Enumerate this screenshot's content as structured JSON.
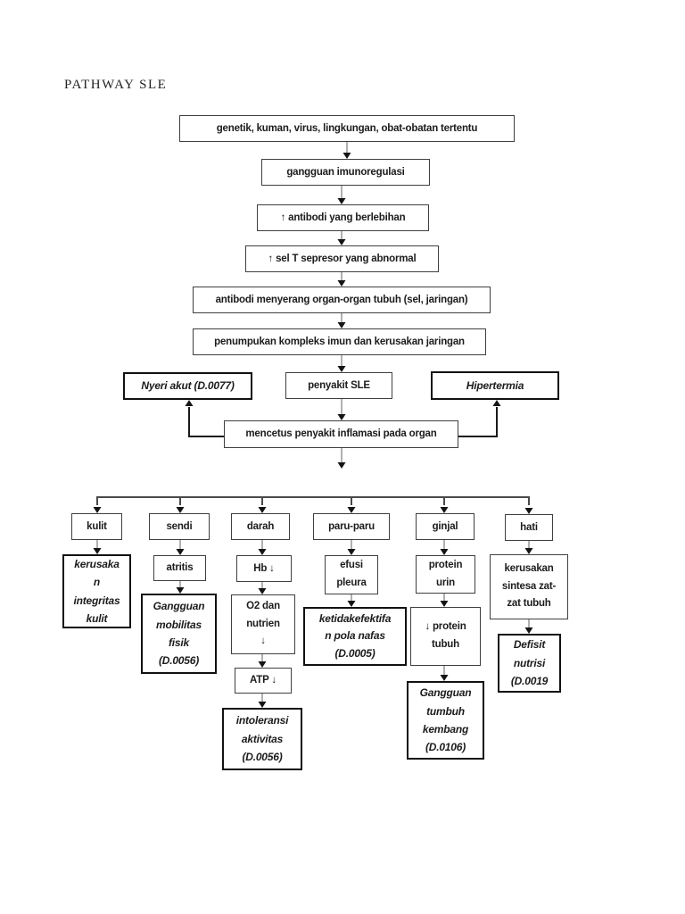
{
  "title": "PATHWAY SLE",
  "flow": {
    "causes": "genetik, kuman, virus, lingkungan, obat-obatan tertentu",
    "immunoregulation": "gangguan imunoregulasi",
    "antibody_excess": "↑ antibodi yang berlebihan",
    "t_suppressor": "↑ sel T sepresor yang abnormal",
    "antibody_attack": "antibodi menyerang organ-organ tubuh (sel, jaringan)",
    "immune_complex": "penumpukan kompleks imun dan kerusakan jaringan",
    "acute_pain": "Nyeri akut (D.0077)",
    "sle": "penyakit SLE",
    "hyperthermia": "Hipertermia",
    "inflammation": "mencetus penyakit inflamasi pada organ"
  },
  "branches": {
    "skin": {
      "organ": "kulit",
      "diagnosis": "kerusaka\nn\nintegritas\nkulit"
    },
    "joint": {
      "organ": "sendi",
      "step1": "atritis",
      "diagnosis": "Gangguan\nmobilitas\nfisik\n(D.0056)"
    },
    "blood": {
      "organ": "darah",
      "step1": "Hb ↓",
      "step2": "O2 dan\nnutrien\n↓",
      "step3": "ATP ↓",
      "diagnosis": "intoleransi\naktivitas\n(D.0056)"
    },
    "lung": {
      "organ": "paru-paru",
      "step1": "efusi\npleura",
      "diagnosis": "ketidakefektifa\nn pola nafas\n(D.0005)"
    },
    "kidney": {
      "organ": "ginjal",
      "step1": "protein\nurin",
      "step2": "↓ protein\ntubuh",
      "diagnosis": "Gangguan\ntumbuh\nkembang\n(D.0106)"
    },
    "liver": {
      "organ": "hati",
      "step1": "kerusakan\nsintesa zat-\nzat tubuh",
      "diagnosis": "Defisit\nnutrisi\n(D.0019"
    }
  },
  "colors": {
    "box_border": "#3f3f3f",
    "diagnosis_border": "#111111",
    "text": "#1c1c1c",
    "connector": "#8f8f8f",
    "arrowhead": "#141414"
  }
}
